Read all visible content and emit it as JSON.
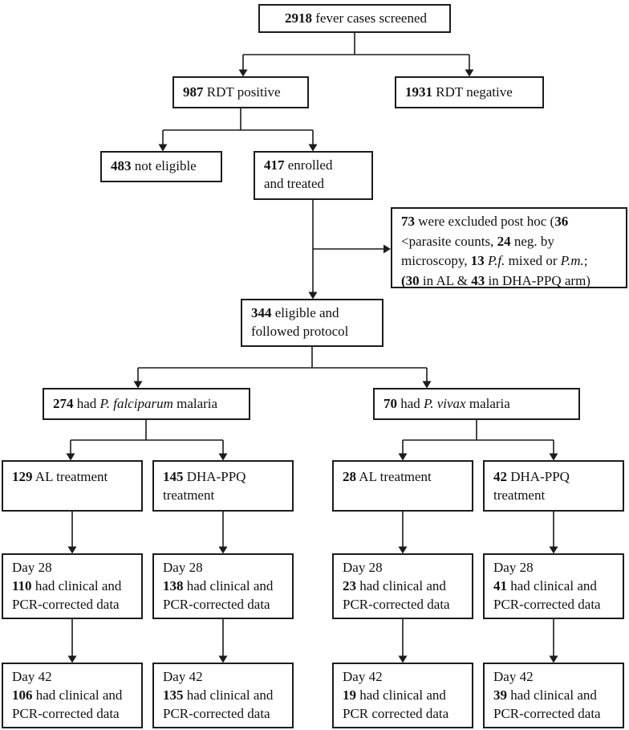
{
  "style": {
    "border_color": "#1c1c1c",
    "background_color": "#ffffff",
    "text_color": "#111111",
    "line_color": "#1c1c1c"
  },
  "boxes": {
    "screened": {
      "lines": [
        [
          {
            "t": "2918",
            "b": true
          },
          {
            "t": " fever cases screened"
          }
        ]
      ]
    },
    "rdt_positive": {
      "lines": [
        [
          {
            "t": "987",
            "b": true
          },
          {
            "t": " RDT positive"
          }
        ]
      ]
    },
    "rdt_negative": {
      "lines": [
        [
          {
            "t": "1931",
            "b": true
          },
          {
            "t": " RDT negative"
          }
        ]
      ]
    },
    "not_eligible": {
      "lines": [
        [
          {
            "t": "483",
            "b": true
          },
          {
            "t": " not eligible"
          }
        ]
      ]
    },
    "enrolled": {
      "lines": [
        [
          {
            "t": "417",
            "b": true
          },
          {
            "t": " enrolled"
          }
        ],
        [
          {
            "t": "and treated"
          }
        ]
      ]
    },
    "excluded": {
      "lines": [
        [
          {
            "t": "73",
            "b": true
          },
          {
            "t": " were excluded post hoc ("
          },
          {
            "t": "36",
            "b": true
          }
        ],
        [
          {
            "t": "<parasite counts, "
          },
          {
            "t": "24",
            "b": true
          },
          {
            "t": " neg. by"
          }
        ],
        [
          {
            "t": "microscopy, "
          },
          {
            "t": "13",
            "b": true
          },
          {
            "t": " "
          },
          {
            "t": "P.f.",
            "i": true
          },
          {
            "t": " mixed or "
          },
          {
            "t": "P.m.",
            "i": true
          },
          {
            "t": ";"
          }
        ],
        [
          {
            "t": "(30",
            "b": true
          },
          {
            "t": " in AL & "
          },
          {
            "t": "43",
            "b": true
          },
          {
            "t": " in DHA-PPQ arm)"
          }
        ]
      ]
    },
    "eligible": {
      "lines": [
        [
          {
            "t": "344",
            "b": true
          },
          {
            "t": " eligible and"
          }
        ],
        [
          {
            "t": "followed protocol"
          }
        ]
      ]
    },
    "pf_malaria": {
      "lines": [
        [
          {
            "t": "274",
            "b": true
          },
          {
            "t": " had "
          },
          {
            "t": "P. falciparum",
            "i": true
          },
          {
            "t": " malaria"
          }
        ]
      ]
    },
    "pv_malaria": {
      "lines": [
        [
          {
            "t": "70",
            "b": true
          },
          {
            "t": " had "
          },
          {
            "t": "P. vivax",
            "i": true
          },
          {
            "t": " malaria"
          }
        ]
      ]
    },
    "al_pf": {
      "lines": [
        [
          {
            "t": "129",
            "b": true
          },
          {
            "t": " AL treatment"
          }
        ]
      ]
    },
    "dhappq_pf": {
      "lines": [
        [
          {
            "t": "145",
            "b": true
          },
          {
            "t": " DHA-PPQ"
          }
        ],
        [
          {
            "t": "treatment"
          }
        ]
      ]
    },
    "al_pv": {
      "lines": [
        [
          {
            "t": "28",
            "b": true
          },
          {
            "t": " AL treatment"
          }
        ]
      ]
    },
    "dhappq_pv": {
      "lines": [
        [
          {
            "t": "42",
            "b": true
          },
          {
            "t": " DHA-PPQ"
          }
        ],
        [
          {
            "t": "treatment"
          }
        ]
      ]
    },
    "day28_al_pf": {
      "lines": [
        [
          {
            "t": "Day 28"
          }
        ],
        [
          {
            "t": "110",
            "b": true
          },
          {
            "t": " had clinical and"
          }
        ],
        [
          {
            "t": "PCR-corrected data"
          }
        ]
      ]
    },
    "day28_dhappq_pf": {
      "lines": [
        [
          {
            "t": "Day 28"
          }
        ],
        [
          {
            "t": "138",
            "b": true
          },
          {
            "t": " had clinical and"
          }
        ],
        [
          {
            "t": "PCR-corrected data"
          }
        ]
      ]
    },
    "day28_al_pv": {
      "lines": [
        [
          {
            "t": "Day 28"
          }
        ],
        [
          {
            "t": "23",
            "b": true
          },
          {
            "t": " had clinical and"
          }
        ],
        [
          {
            "t": "PCR-corrected data"
          }
        ]
      ]
    },
    "day28_dhappq_pv": {
      "lines": [
        [
          {
            "t": "Day 28"
          }
        ],
        [
          {
            "t": "41",
            "b": true
          },
          {
            "t": " had clinical and"
          }
        ],
        [
          {
            "t": "PCR-corrected data"
          }
        ]
      ]
    },
    "day42_al_pf": {
      "lines": [
        [
          {
            "t": "Day 42"
          }
        ],
        [
          {
            "t": "106",
            "b": true
          },
          {
            "t": " had clinical and"
          }
        ],
        [
          {
            "t": "PCR-corrected data"
          }
        ]
      ]
    },
    "day42_dhappq_pf": {
      "lines": [
        [
          {
            "t": "Day 42"
          }
        ],
        [
          {
            "t": "135",
            "b": true
          },
          {
            "t": " had clinical and"
          }
        ],
        [
          {
            "t": "PCR-corrected data"
          }
        ]
      ]
    },
    "day42_al_pv": {
      "lines": [
        [
          {
            "t": "Day 42"
          }
        ],
        [
          {
            "t": "19",
            "b": true
          },
          {
            "t": " had clinical and"
          }
        ],
        [
          {
            "t": "PCR corrected data"
          }
        ]
      ]
    },
    "day42_dhappq_pv": {
      "lines": [
        [
          {
            "t": "Day 42"
          }
        ],
        [
          {
            "t": "39",
            "b": true
          },
          {
            "t": " had clinical and"
          }
        ],
        [
          {
            "t": "PCR-corrected data"
          }
        ]
      ]
    }
  }
}
